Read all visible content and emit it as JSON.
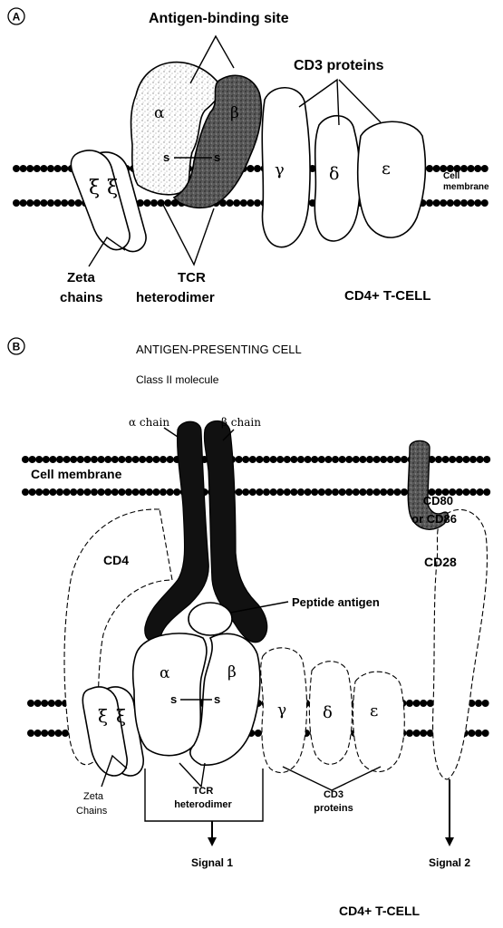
{
  "panel_a": {
    "marker": "A",
    "title": "Antigen-binding site",
    "cd3_title": "CD3 proteins",
    "cell_membrane_line1": "Cell",
    "cell_membrane_line2": "membrane",
    "zeta_line1": "Zeta",
    "zeta_line2": "chains",
    "tcr_line1": "TCR",
    "tcr_line2": "heterodimer",
    "cell_label": "CD4+ T-CELL",
    "greek": {
      "xi": "ξ",
      "alpha": "α",
      "beta": "β",
      "gamma": "γ",
      "delta": "δ",
      "epsilon": "ε",
      "s": "s"
    }
  },
  "panel_b": {
    "marker": "B",
    "apc_title": "ANTIGEN-PRESENTING CELL",
    "class_title": "Class II molecule",
    "alpha_chain": "α chain",
    "beta_chain": "β chain",
    "cell_membrane": "Cell membrane",
    "cd80_line1": "CD80",
    "cd80_line2": "or CD86",
    "cd4": "CD4",
    "cd28": "CD28",
    "peptide": "Peptide antigen",
    "zeta_line1": "Zeta",
    "zeta_line2": "Chains",
    "tcr_line1": "TCR",
    "tcr_line2": "heterodimer",
    "cd3_line1": "CD3",
    "cd3_line2": "proteins",
    "signal1": "Signal 1",
    "signal2": "Signal 2",
    "cell_label": "CD4+ T-CELL"
  }
}
